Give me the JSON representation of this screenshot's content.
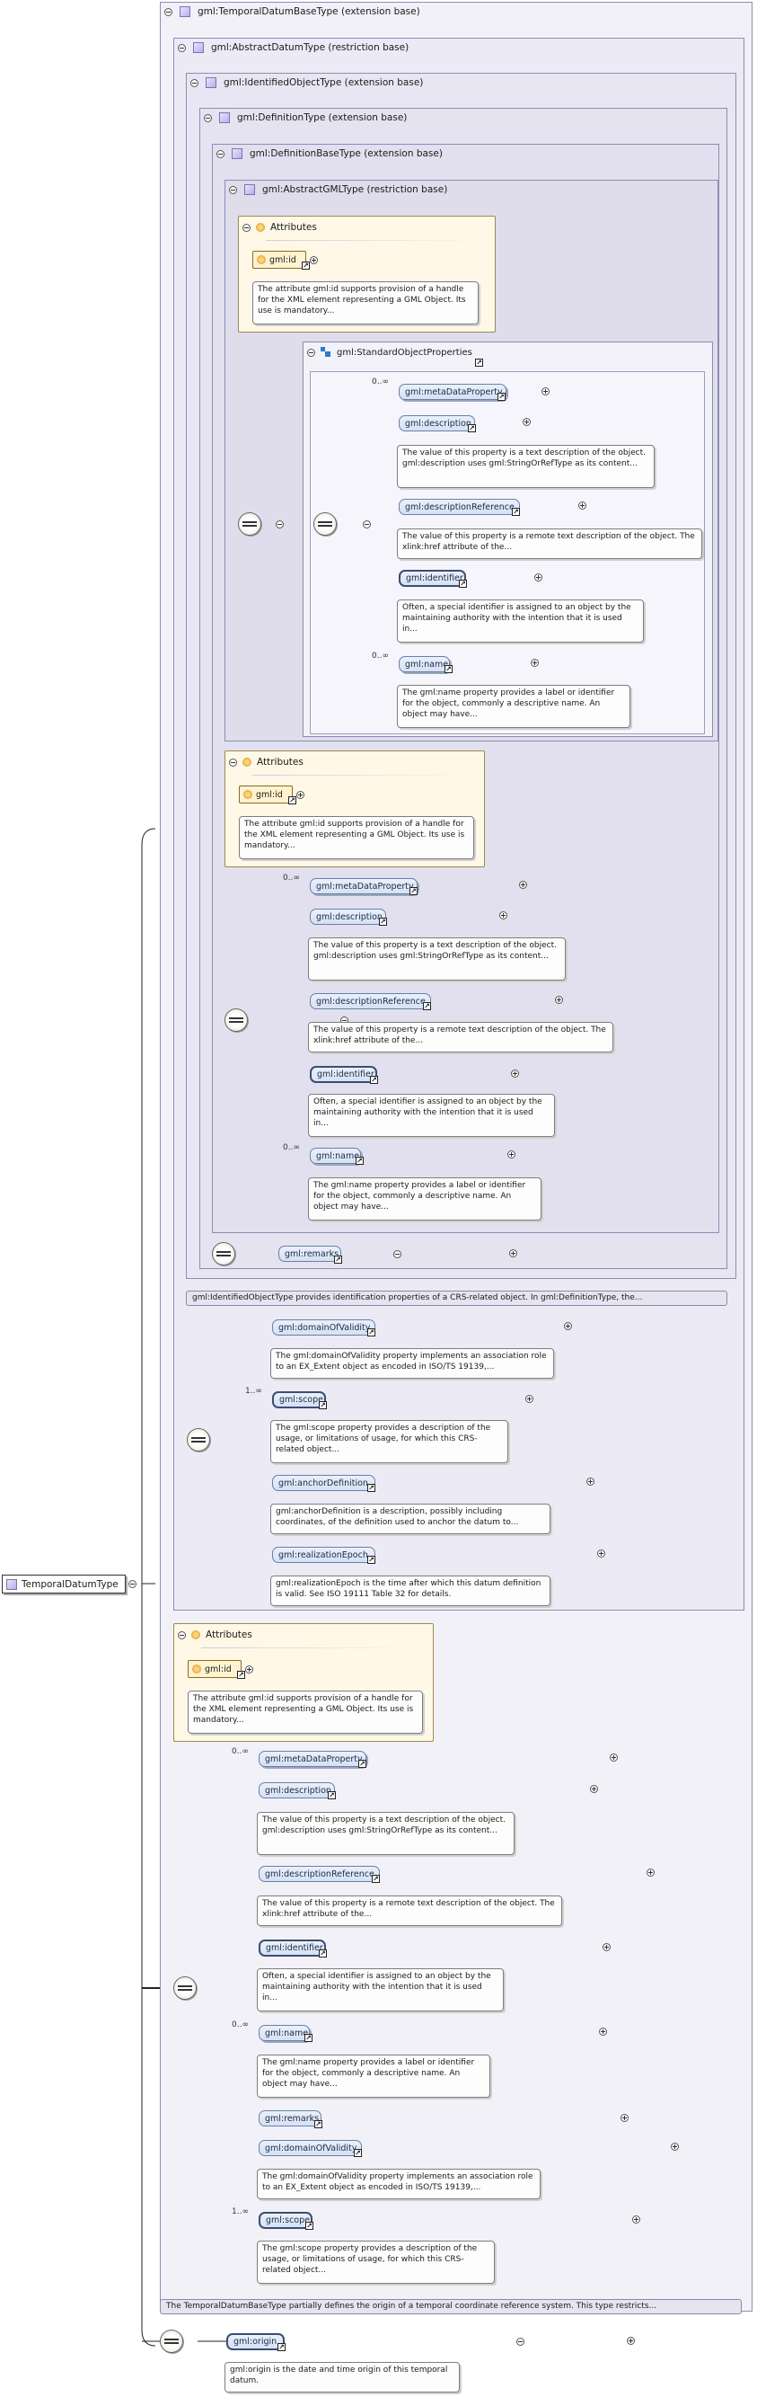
{
  "texts": {
    "root": "TemporalDatumType",
    "ext_temporal": "gml:TemporalDatumBaseType (extension base)",
    "restr_abstract_datum": "gml:AbstractDatumType (restriction base)",
    "ext_identified": "gml:IdentifiedObjectType (extension base)",
    "ext_definition": "gml:DefinitionType (extension base)",
    "ext_definition_base": "gml:DefinitionBaseType (extension base)",
    "restr_abstract_gml": "gml:AbstractGMLType (restriction base)",
    "attributes": "Attributes",
    "gml_id": "gml:id",
    "gml_id_desc": "The attribute gml:id supports provision of a handle for the XML element representing a GML Object. Its use is mandatory...",
    "std_obj_props": "gml:StandardObjectProperties",
    "meta": "gml:metaDataProperty",
    "description": "gml:description",
    "description_desc": "The value of this property is a text description of the object. gml:description uses gml:StringOrRefType as its content...",
    "description_ref": "gml:descriptionReference",
    "description_ref_desc": "The value of this property is a remote text description of the object. The xlink:href attribute of the...",
    "identifier": "gml:identifier",
    "identifier_desc": "Often, a special identifier is assigned to an object by the maintaining authority with the intention that it is used in...",
    "name": "gml:name",
    "name_desc": "The gml:name property provides a label or identifier for the object, commonly a descriptive name. An object may have...",
    "remarks": "gml:remarks",
    "identified_desc": "gml:IdentifiedObjectType provides identification properties of a CRS-related object. In gml:DefinitionType, the...",
    "domain_of_validity": "gml:domainOfValidity",
    "domain_desc": "The gml:domainOfValidity property implements an association role to an EX_Extent object as encoded in ISO/TS 19139,...",
    "scope": "gml:scope",
    "scope_desc": "The gml:scope property provides a description of the usage, or limitations of usage, for which this CRS-related object...",
    "anchor": "gml:anchorDefinition",
    "anchor_desc": "gml:anchorDefinition is a description, possibly including coordinates, of the definition used to anchor the datum to...",
    "realization": "gml:realizationEpoch",
    "realization_desc": "gml:realizationEpoch is the time after which this datum definition is valid. See ISO 19111 Table 32 for details.",
    "temporal_base_desc": "The TemporalDatumBaseType partially defines the origin of a temporal coordinate reference system. This type restricts...",
    "origin": "gml:origin",
    "origin_desc": "gml:origin is the date and time origin of this temporal datum.",
    "card_0_inf": "0..∞",
    "card_1_inf": "1..∞"
  },
  "colors": {
    "nest_border": "#8d8db3",
    "pill_border": "#6b7fa8",
    "attribute_fill": "#fff8e6"
  },
  "icons": [
    "type-icon",
    "attribute-icon",
    "sequence-icon",
    "group-icon",
    "collapse-icon",
    "expand-icon",
    "link-arrow-icon"
  ]
}
